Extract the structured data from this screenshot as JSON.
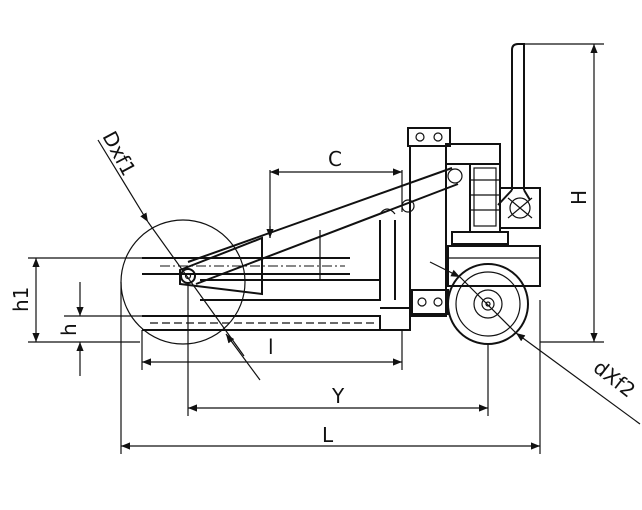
{
  "diagram": {
    "labels": {
      "C": "C",
      "H": "H",
      "h1": "h1",
      "h": "h",
      "l": "l",
      "Y": "Y",
      "L": "L",
      "Dxf1": "Dxf1",
      "dxf2": "dXf2"
    }
  }
}
